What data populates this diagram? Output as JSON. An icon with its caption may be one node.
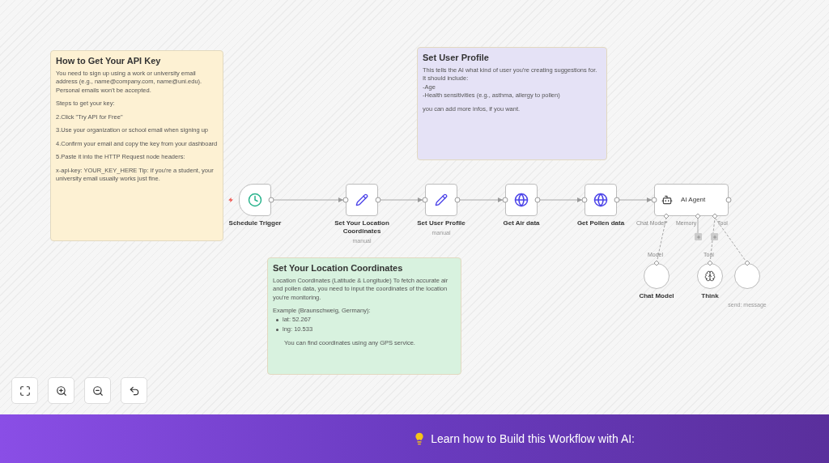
{
  "diagram": {
    "nodes": [
      {
        "text": [
          "How to Get Your API Key",
          "You need to sign up using a work or university email address (e.g., name@company.com, name@uni.edu). Personal emails won't be accepted.",
          "Steps to get your key:",
          "2.Click \"Try API for Free\"",
          "3.Use your organization or school email when signing up",
          "4.Confirm your email and copy the key from your dashboard",
          "5.Paste it into the HTTP Request node headers:",
          "x-api-key: YOUR_KEY_HERE Tip: If you're a student, your university email usually works just fine."
        ]
      },
      {
        "text": [
          "Set User Profile",
          "This tells the AI what kind of user you're creating suggestions for. It should include:",
          "-Age",
          "-Health sensitivities (e.g., asthma, allergy to pollen)",
          "you can add more infos, if you want."
        ]
      },
      {
        "text": [
          "Schedule Trigger"
        ]
      },
      {
        "text": [
          "Set Your Location Coordinates",
          "manual"
        ]
      },
      {
        "text": [
          "Set User Profile",
          "manual"
        ]
      },
      {
        "text": [
          "Get Air data"
        ]
      },
      {
        "text": [
          "Get Pollen data"
        ]
      },
      {
        "text": [
          "AI Agent"
        ]
      },
      {
        "text": [
          "Chat Model"
        ]
      },
      {
        "text": [
          "Think"
        ]
      },
      {
        "text": [],
        "shape": "circle",
        "beside": [
          "send: message"
        ]
      },
      {
        "text": [
          "Set Your Location Coordinates",
          "Location Coordinates (Latitude & Longitude) To fetch accurate air and pollen data, you need to input the coordinates of the location you're monitoring.",
          "Example (Braunschweig, Germany):",
          "lat: 52.267",
          "lng: 10.533",
          "You can find coordinates using any GPS service."
        ]
      }
    ],
    "edges": [
      {
        "from": 2,
        "to": 3,
        "arrow": "to"
      },
      {
        "from": 3,
        "to": 4,
        "arrow": "to"
      },
      {
        "from": 4,
        "to": 5,
        "arrow": "to"
      },
      {
        "from": 5,
        "to": 6,
        "arrow": "to"
      },
      {
        "from": 6,
        "to": 7,
        "arrow": "to"
      },
      {
        "from": 8,
        "to": 7,
        "arrow": "none",
        "style": "dashed"
      },
      {
        "from": 9,
        "to": 7,
        "arrow": "none",
        "style": "dashed"
      },
      {
        "from": 10,
        "to": 7,
        "arrow": "none",
        "style": "dashed"
      }
    ],
    "labels": [
      "Chat Model*",
      "Memory",
      "Tool",
      "Model",
      "Tool",
      "Learn how to Build this Workflow with AI:"
    ]
  }
}
